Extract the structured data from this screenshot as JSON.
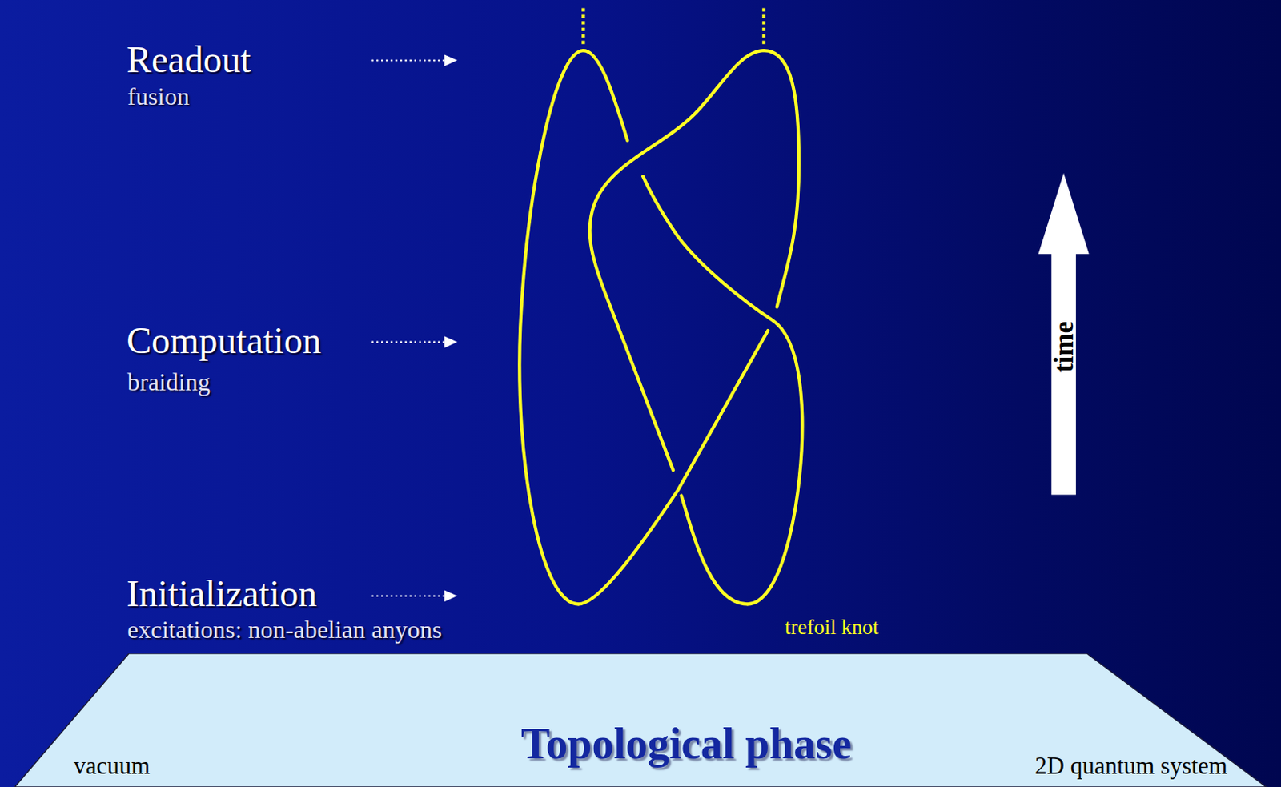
{
  "diagram": {
    "nodes": [
      {
        "text": [
          "Topological phase",
          "vacuum",
          "2D quantum system"
        ]
      }
    ],
    "labels": [
      "Readout",
      "fusion",
      "Computation",
      "braiding",
      "Initialization",
      "excitations: non-abelian anyons",
      "trefoil knot",
      "time"
    ]
  }
}
